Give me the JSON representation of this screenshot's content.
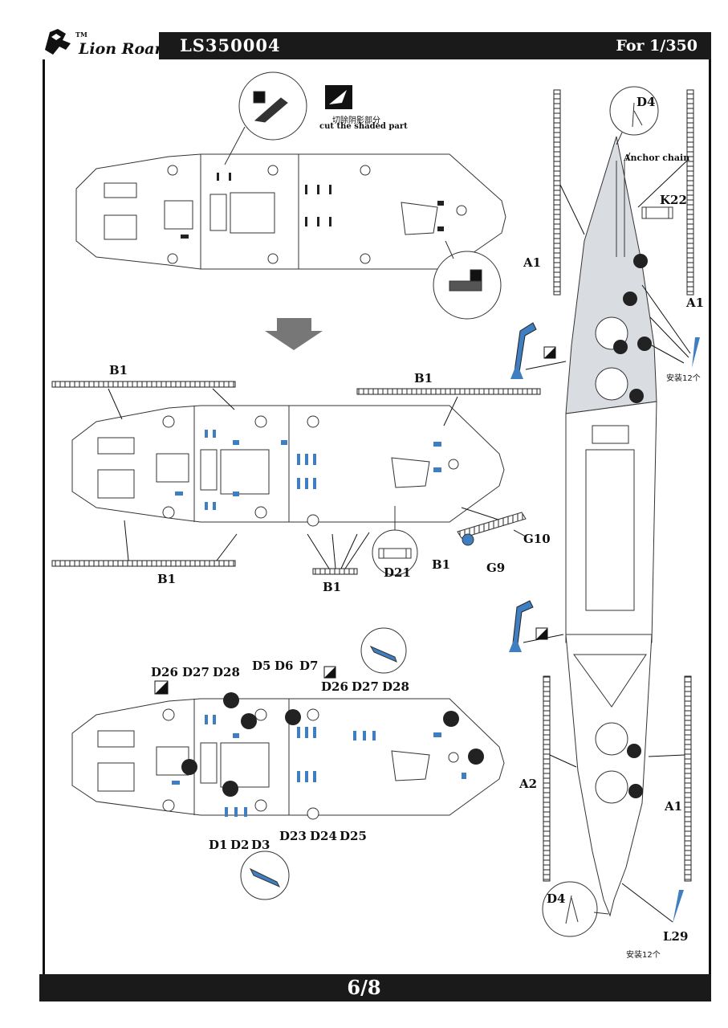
{
  "header": {
    "brand": "Lion Roar",
    "trademark": "TM",
    "product_code": "LS350004",
    "scale": "For 1/350"
  },
  "instructions": {
    "cut_cn": "切除阴影部分",
    "cut_en": "cut the shaded part",
    "anchor_chain": "Anchor chain",
    "install_12_a": "安装12个",
    "install_12_b": "安装12个"
  },
  "labels": {
    "D4_top": "D4",
    "K22": "K22",
    "A1_left": "A1",
    "A1_right": "A1",
    "B1_top_left": "B1",
    "B1_top_right": "B1",
    "B1_bottom_left": "B1",
    "B1_bottom_mid": "B1",
    "B1_rail": "B1",
    "D21": "D21",
    "G10": "G10",
    "G9": "G9",
    "D26_l": "D26",
    "D27_l": "D27",
    "D28_l": "D28",
    "D5": "D5",
    "D6": "D6",
    "D7": "D7",
    "D26_r": "D26",
    "D27_r": "D27",
    "D28_r": "D28",
    "D1": "D1",
    "D2": "D2",
    "D3": "D3",
    "D23": "D23",
    "D24": "D24",
    "D25": "D25",
    "A2": "A2",
    "A1_bottom": "A1",
    "D4_bottom": "D4",
    "L29": "L29"
  },
  "footer": {
    "page": "6/8"
  },
  "colors": {
    "bar": "#1a1a1a",
    "blue_part": "#3f7fc1",
    "deck_gray": "#d9dde2"
  }
}
